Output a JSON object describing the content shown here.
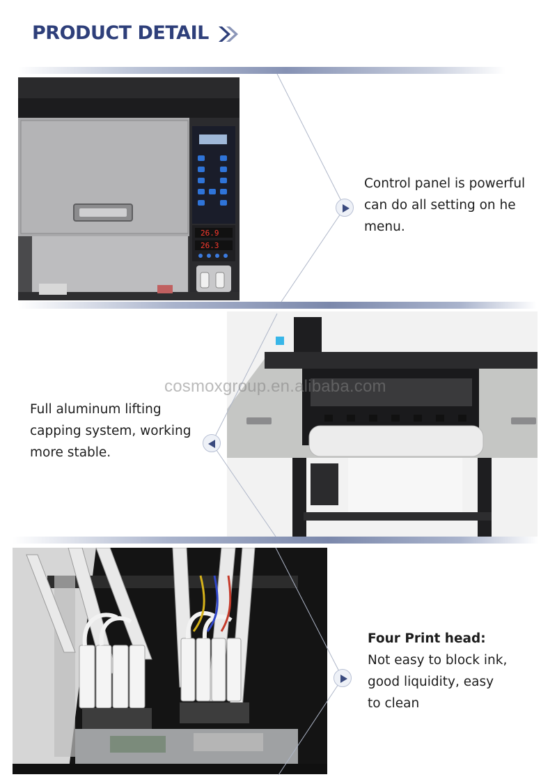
{
  "header": {
    "title": "PRODUCT DETAIL",
    "icon": "double-chevron-right-icon",
    "accent_color": "#2e3f7a"
  },
  "sections": [
    {
      "image": "printer-control-panel-photo",
      "lines": [
        "Control panel is powerful",
        "can do all setting on he",
        "menu."
      ],
      "arrow_icon": "play-right-icon"
    },
    {
      "image": "aluminum-capping-system-photo",
      "lines": [
        "Full aluminum lifting",
        "capping system, working",
        "more stable."
      ],
      "arrow_icon": "play-left-icon"
    },
    {
      "image": "print-head-assembly-photo",
      "title": "Four Print head:",
      "lines": [
        "Not easy to block ink,",
        "good liquidity, easy",
        "to clean"
      ],
      "arrow_icon": "play-right-icon"
    }
  ],
  "control_panel": {
    "temp_1": "26.9",
    "temp_2": "26.3"
  },
  "watermark": "cosmoxgroup.en.alibaba.com"
}
